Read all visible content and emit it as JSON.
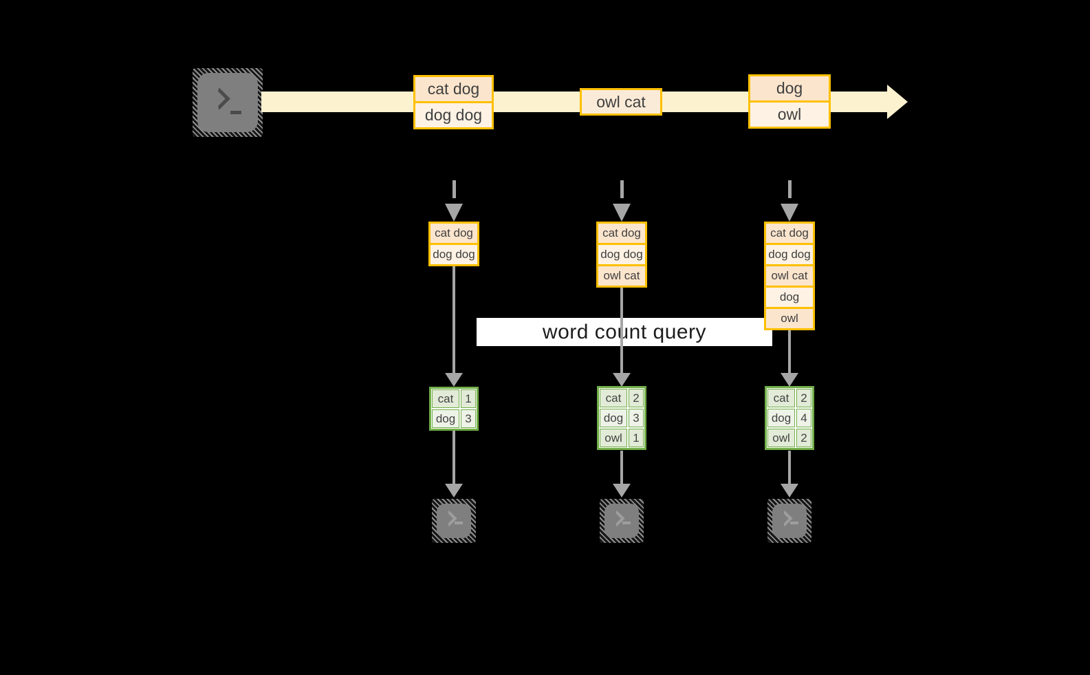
{
  "label": {
    "text": "word count query"
  },
  "stream": {
    "batches": [
      {
        "rows": [
          "cat dog",
          "dog dog"
        ]
      },
      {
        "rows": [
          "owl cat"
        ]
      },
      {
        "rows": [
          "dog",
          "owl"
        ]
      }
    ]
  },
  "states": [
    {
      "rows": [
        "cat dog",
        "dog dog"
      ]
    },
    {
      "rows": [
        "cat dog",
        "dog dog",
        "owl cat"
      ]
    },
    {
      "rows": [
        "cat dog",
        "dog dog",
        "owl cat",
        "dog",
        "owl"
      ]
    }
  ],
  "tables": [
    {
      "rows": [
        [
          "cat",
          "1"
        ],
        [
          "dog",
          "3"
        ]
      ]
    },
    {
      "rows": [
        [
          "cat",
          "2"
        ],
        [
          "dog",
          "3"
        ],
        [
          "owl",
          "1"
        ]
      ]
    },
    {
      "rows": [
        [
          "cat",
          "2"
        ],
        [
          "dog",
          "4"
        ],
        [
          "owl",
          "2"
        ]
      ]
    }
  ],
  "icons": {
    "source": "terminal-icon",
    "sink": "terminal-icon"
  },
  "colors": {
    "background": "#000000",
    "stream_band": "#FCF2CF",
    "box_border": "#FFC000",
    "box_fill_dark": "#FBE5CD",
    "box_fill_light": "#FDF2E4",
    "table_border": "#70AD47",
    "table_fill_dark": "#E2EBD7",
    "table_fill_light": "#EEF3E8",
    "arrow": "#A6A6A6",
    "terminal": "#7F7F7F"
  }
}
